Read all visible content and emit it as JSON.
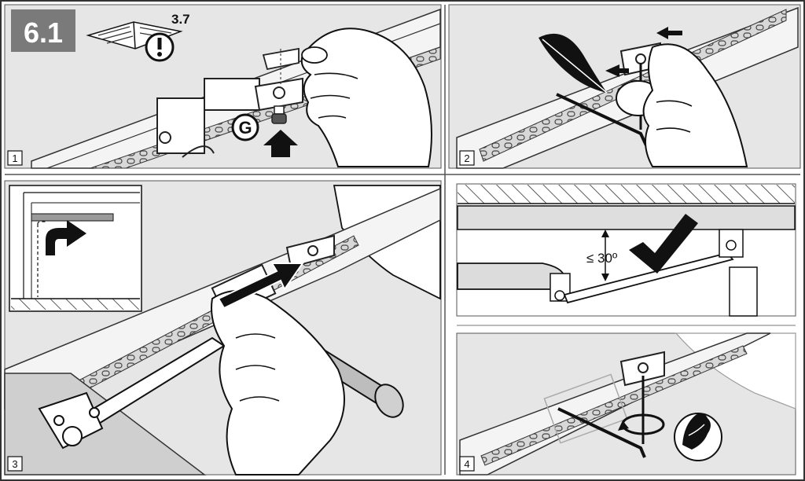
{
  "header": {
    "section_label": "6.1",
    "manual_ref": "3.7"
  },
  "panels": [
    {
      "number": "1",
      "letter_badge": "G"
    },
    {
      "number": "2"
    },
    {
      "number": "3"
    },
    {
      "number": "4"
    }
  ],
  "angle_note": {
    "text": "≤ 30º"
  },
  "icons": [
    "manual-icon",
    "warning-icon",
    "push-up-arrow",
    "feather-icon",
    "rotate-arrow-icon",
    "strength-icon",
    "checkmark-icon",
    "direction-arrow"
  ],
  "colors": {
    "panel_bg": "#e6e6e6",
    "badge_bg": "#7a7a7a",
    "ink": "#111111",
    "frame": "#333333"
  }
}
